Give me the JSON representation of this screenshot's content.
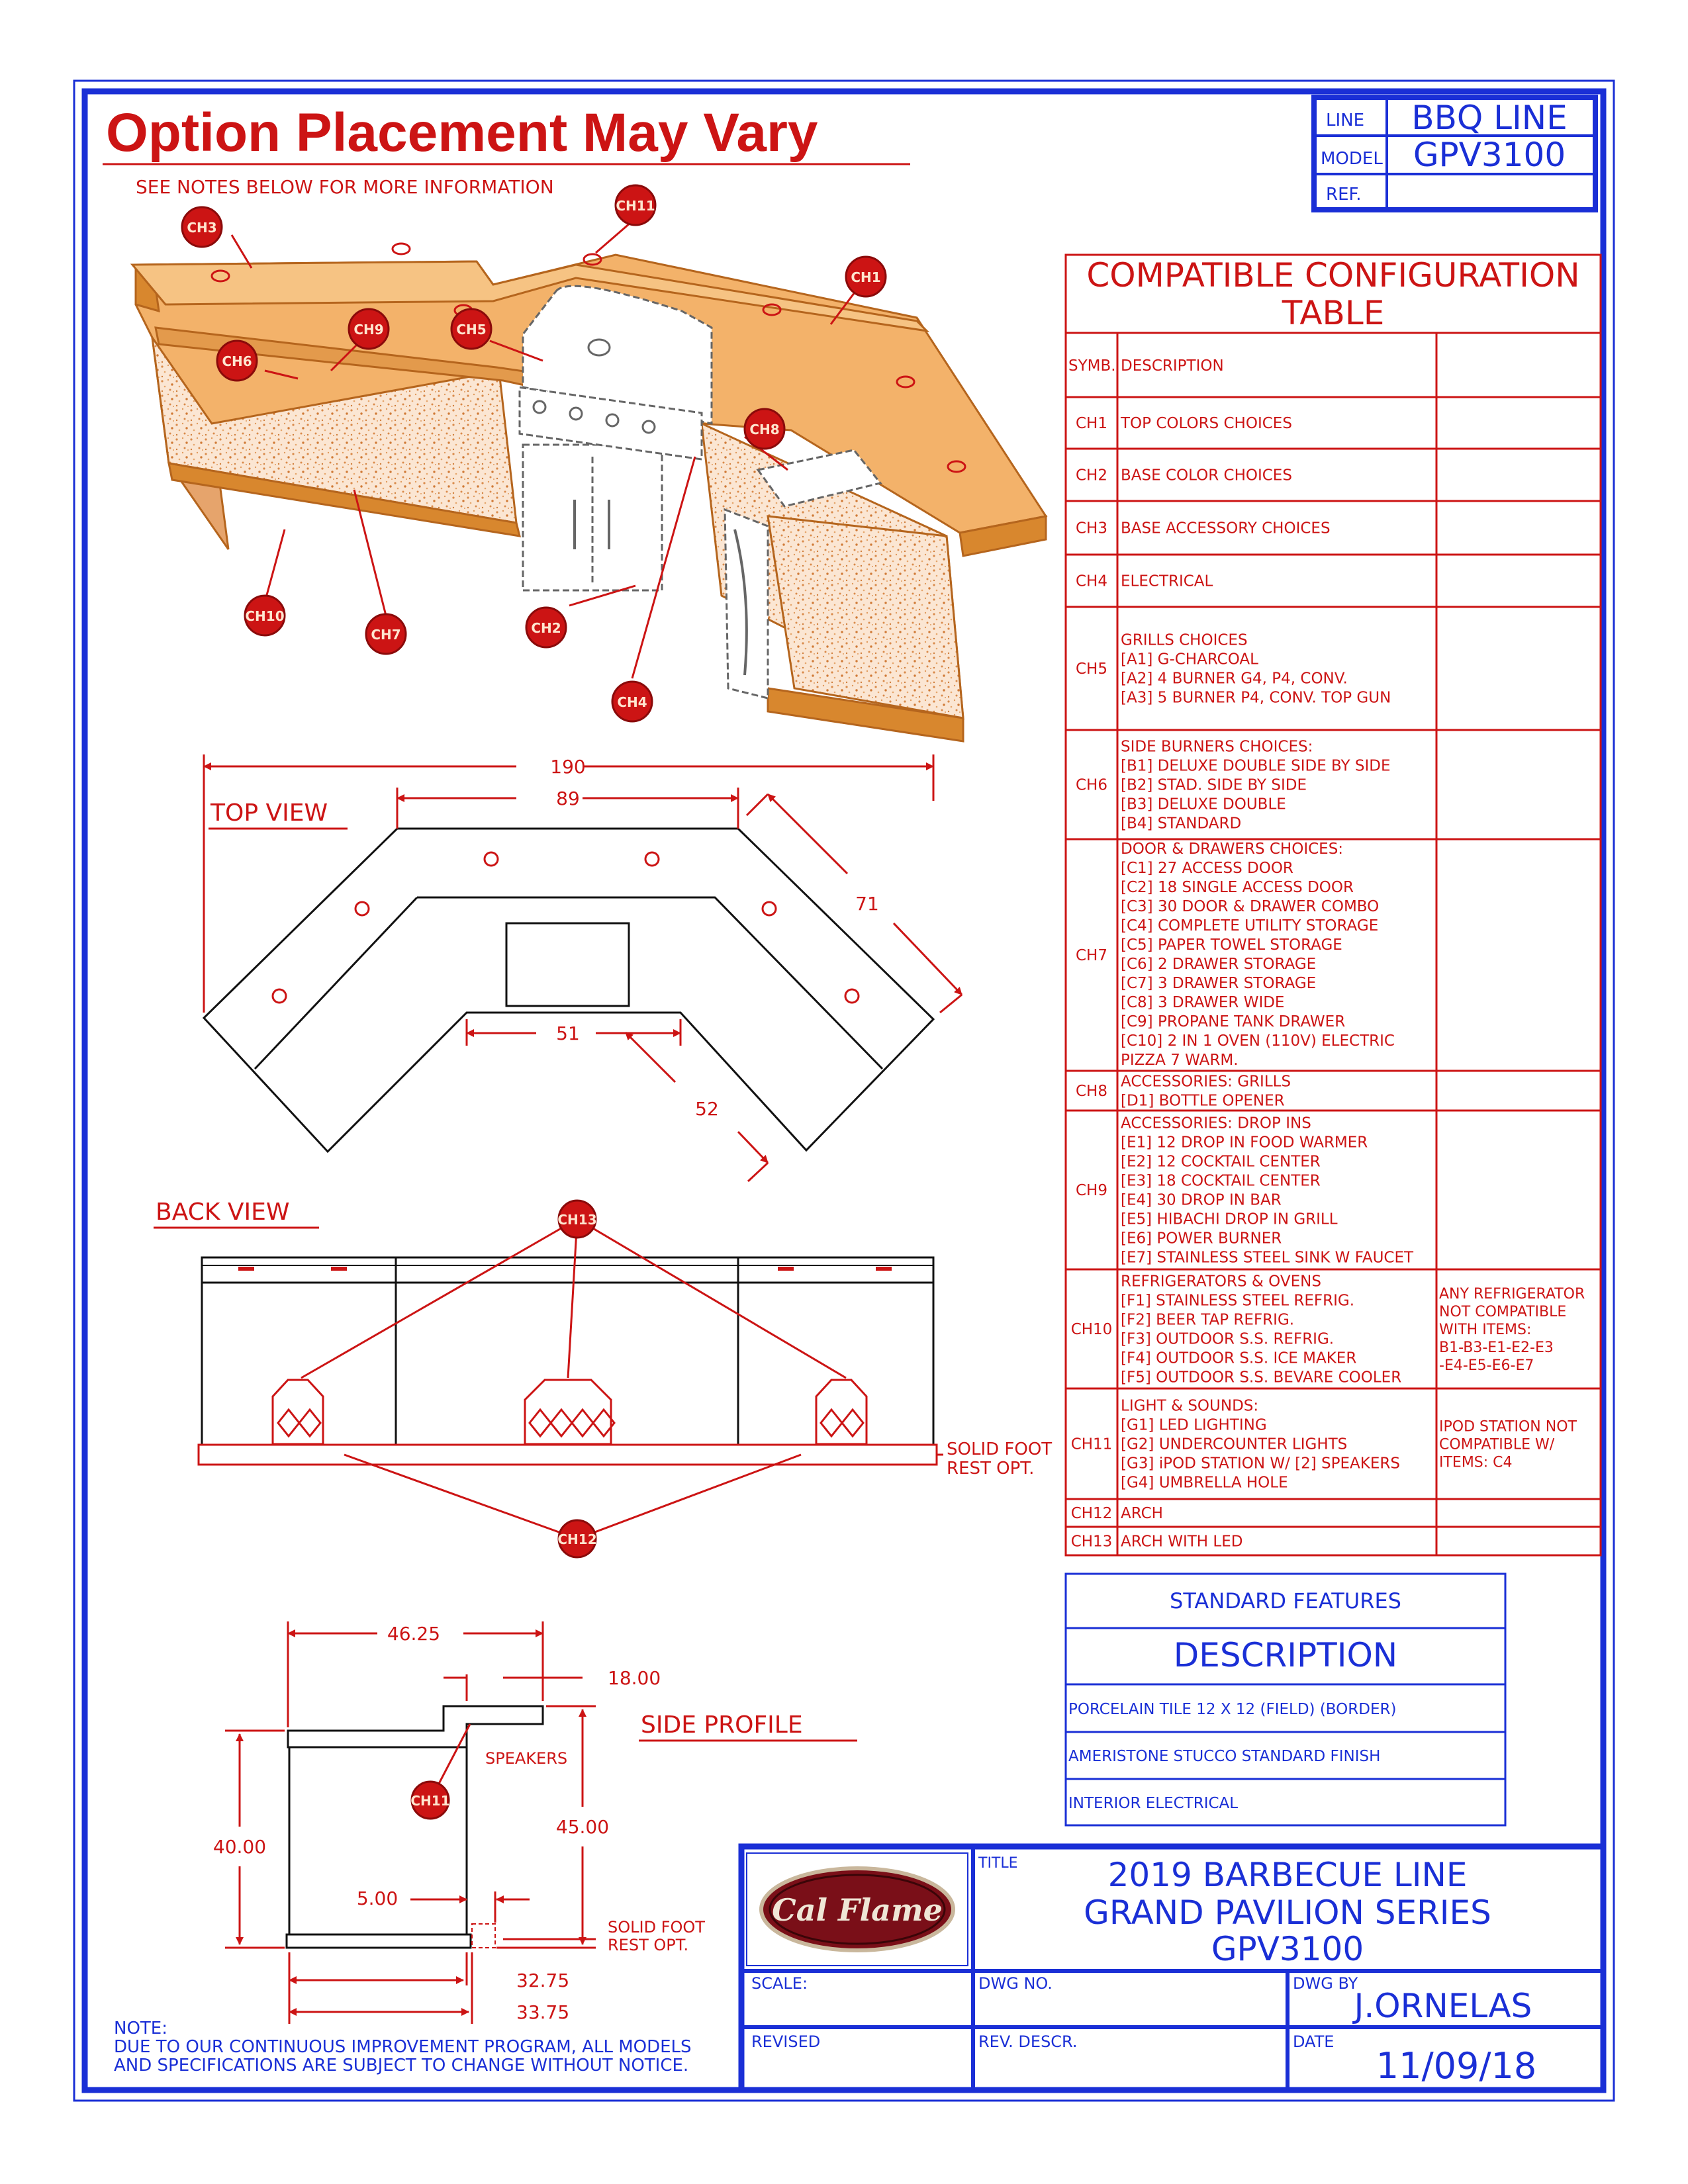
{
  "header": {
    "title": "Option Placement May Vary",
    "subtitle": "SEE NOTES BELOW FOR MORE INFORMATION"
  },
  "title_block_top": {
    "line_label": "LINE",
    "line_value": "BBQ LINE",
    "model_label": "MODEL",
    "model_value": "GPV3100",
    "ref_label": "REF.",
    "ref_value": ""
  },
  "iso_callouts": [
    "CH3",
    "CH11",
    "CH1",
    "CH9",
    "CH5",
    "CH6",
    "CH8",
    "CH10",
    "CH7",
    "CH2",
    "CH4"
  ],
  "top_view": {
    "label": "TOP VIEW",
    "dims": {
      "overall": "190",
      "inner_top": "89",
      "side": "71",
      "inner_bottom": "51",
      "inner_diag": "52"
    }
  },
  "back_view": {
    "label": "BACK VIEW",
    "callout_top": "CH13",
    "callout_bottom": "CH12",
    "note": [
      "SOLID FOOT",
      "REST OPT."
    ]
  },
  "side_profile": {
    "label": "SIDE PROFILE",
    "callout": "CH11",
    "speakers": "SPEAKERS",
    "dims": {
      "top_width": "46.25",
      "top_step": "18.00",
      "height_left": "40.00",
      "height_right": "45.00",
      "foot_offset": "5.00",
      "base_inner": "32.75",
      "base_outer": "33.75"
    },
    "note": [
      "SOLID FOOT",
      "REST OPT."
    ]
  },
  "note": {
    "label": "NOTE:",
    "lines": [
      "DUE TO OUR CONTINUOUS IMPROVEMENT PROGRAM, ALL MODELS",
      "AND SPECIFICATIONS ARE SUBJECT TO CHANGE WITHOUT NOTICE."
    ]
  },
  "config_table": {
    "title_line1": "COMPATIBLE CONFIGURATION",
    "title_line2": "TABLE",
    "col_symb": "SYMB.",
    "col_desc": "DESCRIPTION",
    "rows": [
      {
        "symb": "CH1",
        "lines": [
          "TOP COLORS CHOICES"
        ],
        "note": []
      },
      {
        "symb": "CH2",
        "lines": [
          "BASE COLOR CHOICES"
        ],
        "note": []
      },
      {
        "symb": "CH3",
        "lines": [
          "BASE ACCESSORY CHOICES"
        ],
        "note": []
      },
      {
        "symb": "CH4",
        "lines": [
          "ELECTRICAL"
        ],
        "note": []
      },
      {
        "symb": "CH5",
        "lines": [
          "GRILLS CHOICES",
          "[A1] G-CHARCOAL",
          "[A2] 4 BURNER G4, P4, CONV.",
          "[A3] 5 BURNER P4, CONV. TOP GUN"
        ],
        "note": []
      },
      {
        "symb": "CH6",
        "lines": [
          "SIDE BURNERS CHOICES:",
          "[B1] DELUXE DOUBLE SIDE BY SIDE",
          "[B2] STAD. SIDE BY SIDE",
          "[B3] DELUXE DOUBLE",
          "[B4] STANDARD"
        ],
        "note": []
      },
      {
        "symb": "CH7",
        "lines": [
          "DOOR & DRAWERS CHOICES:",
          "[C1] 27 ACCESS DOOR",
          "[C2] 18 SINGLE ACCESS DOOR",
          "[C3] 30 DOOR & DRAWER COMBO",
          "[C4] COMPLETE UTILITY STORAGE",
          "[C5] PAPER TOWEL STORAGE",
          "[C6] 2 DRAWER STORAGE",
          "[C7] 3 DRAWER STORAGE",
          "[C8] 3 DRAWER WIDE",
          "[C9] PROPANE TANK DRAWER",
          "[C10] 2 IN 1 OVEN (110V) ELECTRIC",
          "PIZZA 7 WARM."
        ],
        "note": []
      },
      {
        "symb": "CH8",
        "lines": [
          "ACCESSORIES: GRILLS",
          "[D1] BOTTLE OPENER"
        ],
        "note": []
      },
      {
        "symb": "CH9",
        "lines": [
          "ACCESSORIES: DROP INS",
          "[E1] 12 DROP IN FOOD WARMER",
          "[E2] 12 COCKTAIL CENTER",
          "[E3] 18 COCKTAIL CENTER",
          "[E4] 30 DROP IN BAR",
          "[E5] HIBACHI DROP IN GRILL",
          "[E6] POWER BURNER",
          "[E7] STAINLESS STEEL SINK W FAUCET"
        ],
        "note": []
      },
      {
        "symb": "CH10",
        "lines": [
          "REFRIGERATORS & OVENS",
          "[F1] STAINLESS STEEL REFRIG.",
          "[F2] BEER TAP REFRIG.",
          "[F3] OUTDOOR S.S. REFRIG.",
          "[F4] OUTDOOR S.S. ICE MAKER",
          "[F5] OUTDOOR S.S. BEVARE COOLER"
        ],
        "note": [
          "ANY REFRIGERATOR",
          "NOT COMPATIBLE",
          "WITH ITEMS:",
          "B1-B3-E1-E2-E3",
          "-E4-E5-E6-E7"
        ]
      },
      {
        "symb": "CH11",
        "lines": [
          "LIGHT & SOUNDS:",
          "[G1] LED LIGHTING",
          "[G2] UNDERCOUNTER LIGHTS",
          "[G3] iPOD STATION W/ [2] SPEAKERS",
          "[G4] UMBRELLA HOLE"
        ],
        "note": [
          "IPOD STATION NOT",
          "COMPATIBLE W/",
          "ITEMS: C4"
        ]
      },
      {
        "symb": "CH12",
        "lines": [
          "ARCH"
        ],
        "note": []
      },
      {
        "symb": "CH13",
        "lines": [
          "ARCH WITH LED"
        ],
        "note": []
      }
    ]
  },
  "standard_features": {
    "title": "STANDARD FEATURES",
    "header": "DESCRIPTION",
    "items": [
      "PORCELAIN TILE 12 X 12 (FIELD) (BORDER)",
      "AMERISTONE STUCCO STANDARD FINISH",
      "INTERIOR ELECTRICAL"
    ]
  },
  "title_block": {
    "logo_text": "Cal Flame",
    "title_label": "TITLE",
    "title_lines": [
      "2019 BARBECUE LINE",
      "GRAND PAVILION SERIES",
      "GPV3100"
    ],
    "scale_label": "SCALE:",
    "dwg_no_label": "DWG NO.",
    "dwg_by_label": "DWG BY",
    "dwg_by_value": "J.ORNELAS",
    "revised_label": "REVISED",
    "rev_descr_label": "REV. DESCR.",
    "date_label": "DATE",
    "date_value": "11/09/18"
  },
  "colors": {
    "border": "#1a2fd6",
    "drawing": "#cc1414",
    "stucco": "#e8a070",
    "counter": "#c87a28"
  }
}
